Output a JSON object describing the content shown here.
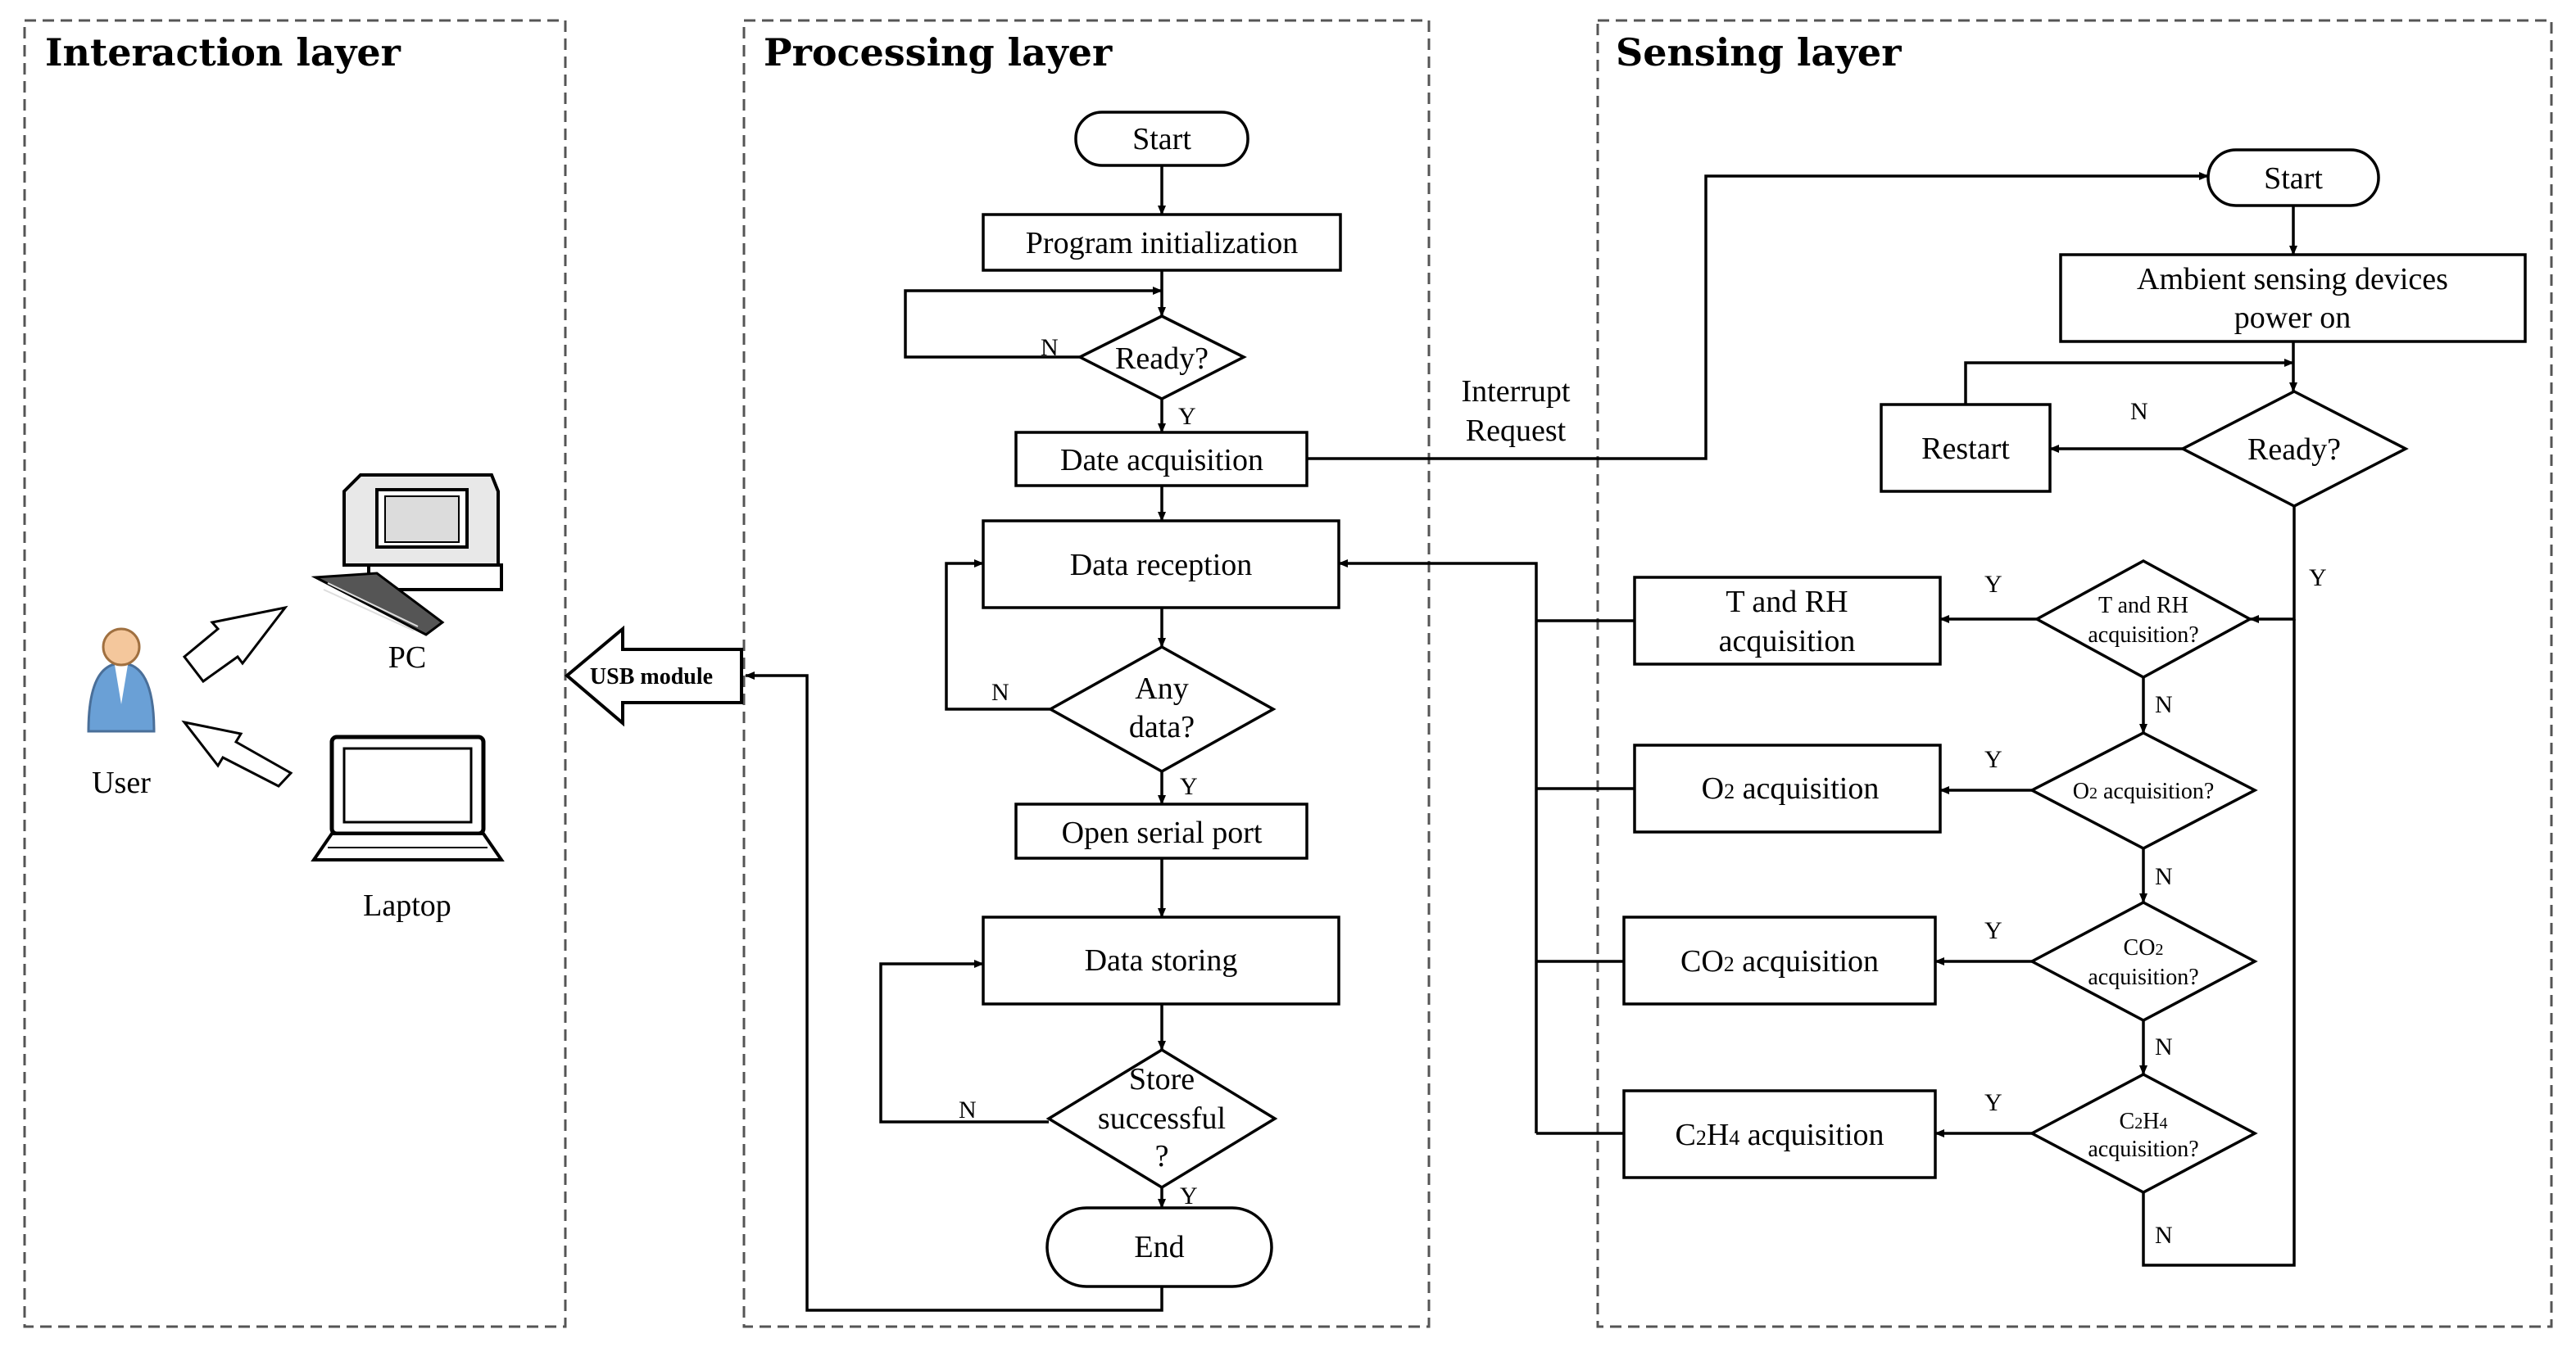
{
  "layers": {
    "interaction": "Interaction layer",
    "processing": "Processing layer",
    "sensing": "Sensing layer"
  },
  "interaction": {
    "user": "User",
    "pc": "PC",
    "laptop": "Laptop",
    "laptop_color": "#5a1010",
    "usb": "USB module"
  },
  "processing": {
    "start": "Start",
    "init": "Program initialization",
    "ready": "Ready?",
    "date_acq": "Date acquisition",
    "reception": "Data reception",
    "any_data_1": "Any",
    "any_data_2": "data?",
    "open_port": "Open serial port",
    "storing": "Data storing",
    "store_1": "Store",
    "store_2": "successful",
    "store_3": "?",
    "end": "End"
  },
  "interrupt": {
    "line1": "Interrupt",
    "line2": "Request"
  },
  "sensing": {
    "start": "Start",
    "power_1": "Ambient sensing devices",
    "power_2": "power on",
    "restart": "Restart",
    "ready": "Ready?",
    "trh_box_1": "T and RH",
    "trh_box_2": "acquisition",
    "trh_q_1": "T and RH",
    "trh_q_2": "acquisition?",
    "o2_pre": "O",
    "o2_sub": "2",
    "o2_box_post": " acquisition",
    "o2_q_post": " acquisition?",
    "co2_pre": "CO",
    "co2_sub": "2",
    "co2_box_post": " acquisition",
    "co2_q_line2": "acquisition?",
    "c2h4_c": "C",
    "c2h4_sub1": "2",
    "c2h4_h": "H",
    "c2h4_sub2": "4",
    "c2h4_box_post": "  acquisition",
    "c2h4_q_line2": "acquisition?"
  },
  "labels": {
    "yes": "Y",
    "no": "N"
  }
}
